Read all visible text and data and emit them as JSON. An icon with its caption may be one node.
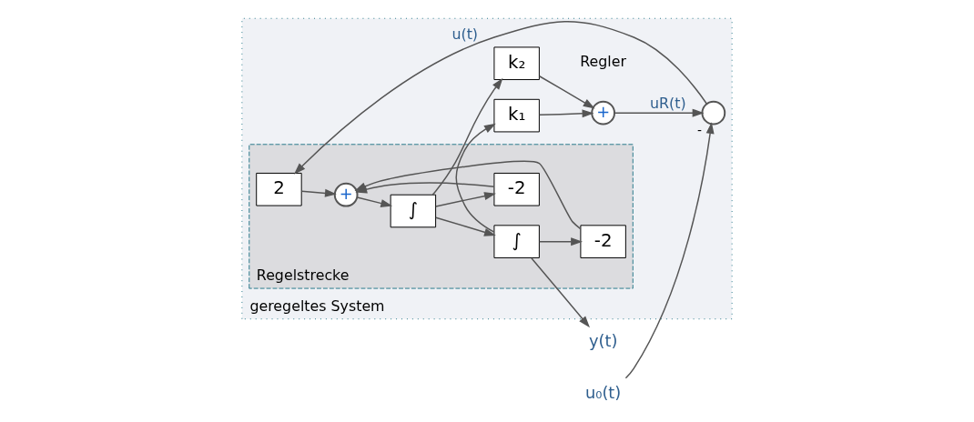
{
  "diagram": {
    "nodes": [
      {
        "text": [
          "geregeltes System"
        ]
      },
      {
        "text": [
          "Regelstrecke"
        ],
        "in": 0
      },
      {
        "text": [
          "u₀(t)"
        ]
      },
      {
        "text": [],
        "shape": "circle",
        "in": 0,
        "beside": [
          "-"
        ]
      },
      {
        "text": [
          "2"
        ],
        "in": 1
      },
      {
        "text": [
          "+"
        ],
        "in": 1
      },
      {
        "text": [
          "∫"
        ],
        "in": 1
      },
      {
        "text": [
          "∫"
        ],
        "in": 1
      },
      {
        "text": [
          "-2"
        ],
        "in": 1
      },
      {
        "text": [
          "-2"
        ],
        "in": 1
      },
      {
        "text": [
          "y(t)"
        ]
      },
      {
        "text": [
          "k₂"
        ],
        "in": 0
      },
      {
        "text": [
          "k₁"
        ],
        "in": 0
      },
      {
        "text": [
          "+"
        ],
        "in": 0
      }
    ],
    "edges": [
      {
        "from": 2,
        "to": 3,
        "arrow": "to"
      },
      {
        "from": 3,
        "to": 4,
        "arrow": "to",
        "label": "u(t)"
      },
      {
        "from": 4,
        "to": 5,
        "arrow": "to"
      },
      {
        "from": 5,
        "to": 6,
        "arrow": "to"
      },
      {
        "from": 6,
        "to": 7,
        "arrow": "to"
      },
      {
        "from": 7,
        "to": 10,
        "arrow": "to"
      },
      {
        "from": 6,
        "to": 8,
        "arrow": "to"
      },
      {
        "from": 8,
        "to": 5,
        "arrow": "to"
      },
      {
        "from": 7,
        "to": 9,
        "arrow": "to"
      },
      {
        "from": 9,
        "to": 5,
        "arrow": "to"
      },
      {
        "from": 6,
        "to": 11,
        "arrow": "to"
      },
      {
        "from": 7,
        "to": 12,
        "arrow": "to"
      },
      {
        "from": 11,
        "to": 13,
        "arrow": "to"
      },
      {
        "from": 12,
        "to": 13,
        "arrow": "to"
      },
      {
        "from": 13,
        "to": 3,
        "arrow": "to",
        "label": "uR(t)"
      }
    ],
    "labels": [
      "Regler"
    ]
  }
}
